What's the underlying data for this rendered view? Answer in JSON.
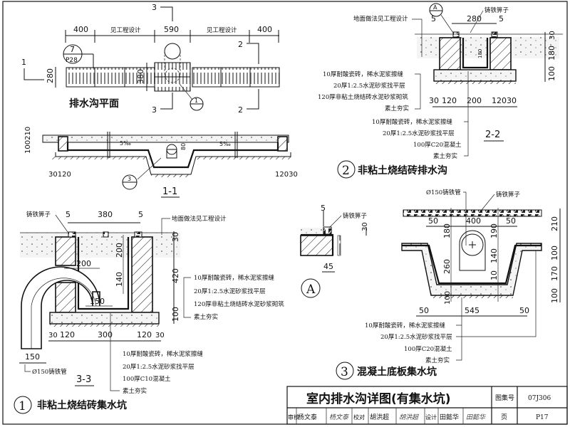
{
  "drawing": {
    "title": "室内排水沟详图(有集水坑)",
    "atlas_label": "图集号",
    "atlas_no": "07J306",
    "page_label": "页",
    "page_no": "P17",
    "signoff": [
      {
        "role": "审核",
        "name": "杨文泰",
        "signature": "杨文泰"
      },
      {
        "role": "校对",
        "name": "胡洪超",
        "signature": "胡洪超"
      },
      {
        "role": "设计",
        "name": "田懿华",
        "signature": "田懿华"
      }
    ]
  },
  "plan": {
    "title": "排水沟平面",
    "dims": [
      "400",
      "见工程设计",
      "590",
      "见工程设计",
      "400"
    ],
    "width_280": "280",
    "width_380": "380",
    "ref_top": "7",
    "ref_bottom": "P28",
    "detail_ref_top": "1",
    "detail_ref_bottom": "—",
    "cut_1": "1",
    "cut_2a": "2",
    "cut_2b": "2",
    "cut_3a": "3",
    "cut_3b": "3"
  },
  "section_1_1": {
    "label": "1-1",
    "slope_left": "5‰",
    "slope_right": "5‰",
    "dim_h": "100210",
    "dim_left": "30120",
    "dim_right": "12030",
    "dim_80": "80",
    "ref_top": "3",
    "ref_bottom": "—"
  },
  "section_2_2": {
    "label": "2-2",
    "floor_note": "地面做法见工程设计",
    "grate_note": "铸铁箅子",
    "ref_A_top": "A",
    "ref_A_bottom": "—",
    "dim_top": [
      "5",
      "280",
      "5"
    ],
    "dim_inner_180": "180",
    "dim_right": [
      "30",
      "180",
      "100"
    ],
    "dim_bottom": [
      "30",
      "120",
      "200",
      "120",
      "30"
    ],
    "notes_left": [
      "10厚耐酸瓷砖，稀水泥浆擦缝",
      "20厚1:2.5水泥砂浆找平层",
      "120厚非粘土烧结砖水泥砂浆砌筑",
      "素土夯实"
    ],
    "notes_bottom": [
      "10厚耐酸瓷砖，稀水泥浆擦缝",
      "20厚1:2.5水泥砂浆找平层",
      "100厚C20混凝土",
      "素土夯实"
    ]
  },
  "detail_2": {
    "number": "2",
    "title": "非粘土烧结砖排水沟"
  },
  "section_3_3": {
    "label": "3-3",
    "grate_note": "铸铁箅子",
    "floor_note": "地面做法见工程设计",
    "dim_top": [
      "5",
      "380",
      "5"
    ],
    "dim_30": "30",
    "dim_200": "200",
    "dim_140": "140",
    "dim_420": "420",
    "dim_100": "100",
    "dim_pipe_200": "200",
    "dim_150": "150",
    "dim_bottom": [
      "30",
      "120",
      "300",
      "120",
      "30"
    ],
    "dim_pipe_150": "150",
    "pipe_note": "Ø150铸铁管",
    "notes_right": [
      "10厚耐酸瓷砖，稀水泥浆擦缝",
      "20厚1:2.5水泥砂浆找平层",
      "120厚非粘土烧结砖水泥砂浆砌筑",
      "素土夯实"
    ],
    "notes_bottom": [
      "10厚耐酸瓷砖，稀水泥浆擦缝",
      "20厚1:2.5水泥砂浆找平层",
      "100厚C10混凝土",
      "素土夯实"
    ]
  },
  "detail_1": {
    "number": "1",
    "title": "非粘土烧结砖集水坑"
  },
  "detail_A": {
    "label": "A",
    "grate_note": "铸铁箅子",
    "dim_5": "5",
    "dim_30": "30",
    "dim_45": "45"
  },
  "section_pit": {
    "pipe_note": "Ø150铸铁管",
    "grate_note": "铸铁箅子",
    "dim_top": [
      "50",
      "400",
      "50"
    ],
    "dim_180": "180",
    "dim_190": "190",
    "dim_260": "260",
    "dim_140": "140",
    "dim_10": "10",
    "dim_100_left": "100",
    "dim_right": [
      "210",
      "100",
      "170",
      "100"
    ],
    "dim_bottom": [
      "50",
      "545",
      "50"
    ],
    "notes": [
      "10厚耐酸瓷砖，稀水泥浆擦缝",
      "20厚1:2.5水泥砂浆找平层",
      "100厚C20混凝土",
      "素土夯实"
    ]
  },
  "detail_3": {
    "number": "3",
    "title": "混凝土底板集水坑"
  }
}
